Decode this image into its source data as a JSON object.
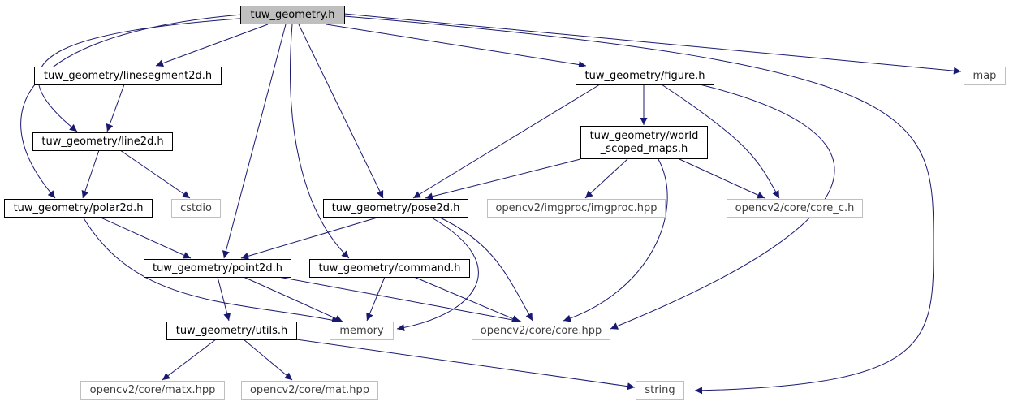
{
  "colors": {
    "edge": "#191970",
    "local_border": "#000000",
    "system_border": "#bfbfbf",
    "root_fill": "#bfbfbf",
    "text": "#000000",
    "system_text": "#3f3f3f"
  },
  "nodes": [
    {
      "id": "root",
      "label": [
        "tuw_geometry.h"
      ],
      "kind": "root"
    },
    {
      "id": "linesegment2d",
      "label": [
        "tuw_geometry/linesegment2d.h"
      ],
      "kind": "local"
    },
    {
      "id": "figure",
      "label": [
        "tuw_geometry/figure.h"
      ],
      "kind": "local"
    },
    {
      "id": "map",
      "label": [
        "map"
      ],
      "kind": "system"
    },
    {
      "id": "line2d",
      "label": [
        "tuw_geometry/line2d.h"
      ],
      "kind": "local"
    },
    {
      "id": "world_scoped_maps",
      "label": [
        "tuw_geometry/world",
        "_scoped_maps.h"
      ],
      "kind": "local"
    },
    {
      "id": "polar2d",
      "label": [
        "tuw_geometry/polar2d.h"
      ],
      "kind": "local"
    },
    {
      "id": "cstdio",
      "label": [
        "cstdio"
      ],
      "kind": "system"
    },
    {
      "id": "pose2d",
      "label": [
        "tuw_geometry/pose2d.h"
      ],
      "kind": "local"
    },
    {
      "id": "imgproc",
      "label": [
        "opencv2/imgproc/imgproc.hpp"
      ],
      "kind": "system"
    },
    {
      "id": "core_c",
      "label": [
        "opencv2/core/core_c.h"
      ],
      "kind": "system"
    },
    {
      "id": "point2d",
      "label": [
        "tuw_geometry/point2d.h"
      ],
      "kind": "local"
    },
    {
      "id": "command",
      "label": [
        "tuw_geometry/command.h"
      ],
      "kind": "local"
    },
    {
      "id": "utils",
      "label": [
        "tuw_geometry/utils.h"
      ],
      "kind": "local"
    },
    {
      "id": "memory",
      "label": [
        "memory"
      ],
      "kind": "system"
    },
    {
      "id": "core_hpp",
      "label": [
        "opencv2/core/core.hpp"
      ],
      "kind": "system"
    },
    {
      "id": "matx",
      "label": [
        "opencv2/core/matx.hpp"
      ],
      "kind": "system"
    },
    {
      "id": "mat",
      "label": [
        "opencv2/core/mat.hpp"
      ],
      "kind": "system"
    },
    {
      "id": "string",
      "label": [
        "string"
      ],
      "kind": "system"
    }
  ],
  "edges": [
    {
      "from": "root",
      "to": "linesegment2d"
    },
    {
      "from": "root",
      "to": "line2d"
    },
    {
      "from": "root",
      "to": "polar2d"
    },
    {
      "from": "root",
      "to": "point2d"
    },
    {
      "from": "root",
      "to": "command"
    },
    {
      "from": "root",
      "to": "pose2d"
    },
    {
      "from": "root",
      "to": "figure"
    },
    {
      "from": "root",
      "to": "map"
    },
    {
      "from": "root",
      "to": "string"
    },
    {
      "from": "linesegment2d",
      "to": "line2d"
    },
    {
      "from": "line2d",
      "to": "polar2d"
    },
    {
      "from": "line2d",
      "to": "cstdio"
    },
    {
      "from": "polar2d",
      "to": "point2d"
    },
    {
      "from": "polar2d",
      "to": "memory"
    },
    {
      "from": "figure",
      "to": "world_scoped_maps"
    },
    {
      "from": "figure",
      "to": "pose2d"
    },
    {
      "from": "figure",
      "to": "core_c"
    },
    {
      "from": "figure",
      "to": "core_hpp"
    },
    {
      "from": "world_scoped_maps",
      "to": "pose2d"
    },
    {
      "from": "world_scoped_maps",
      "to": "imgproc"
    },
    {
      "from": "world_scoped_maps",
      "to": "core_c"
    },
    {
      "from": "world_scoped_maps",
      "to": "core_hpp"
    },
    {
      "from": "pose2d",
      "to": "point2d"
    },
    {
      "from": "pose2d",
      "to": "memory"
    },
    {
      "from": "pose2d",
      "to": "core_hpp"
    },
    {
      "from": "point2d",
      "to": "utils"
    },
    {
      "from": "point2d",
      "to": "memory"
    },
    {
      "from": "point2d",
      "to": "core_hpp"
    },
    {
      "from": "command",
      "to": "memory"
    },
    {
      "from": "command",
      "to": "core_hpp"
    },
    {
      "from": "utils",
      "to": "matx"
    },
    {
      "from": "utils",
      "to": "mat"
    },
    {
      "from": "utils",
      "to": "string"
    }
  ]
}
